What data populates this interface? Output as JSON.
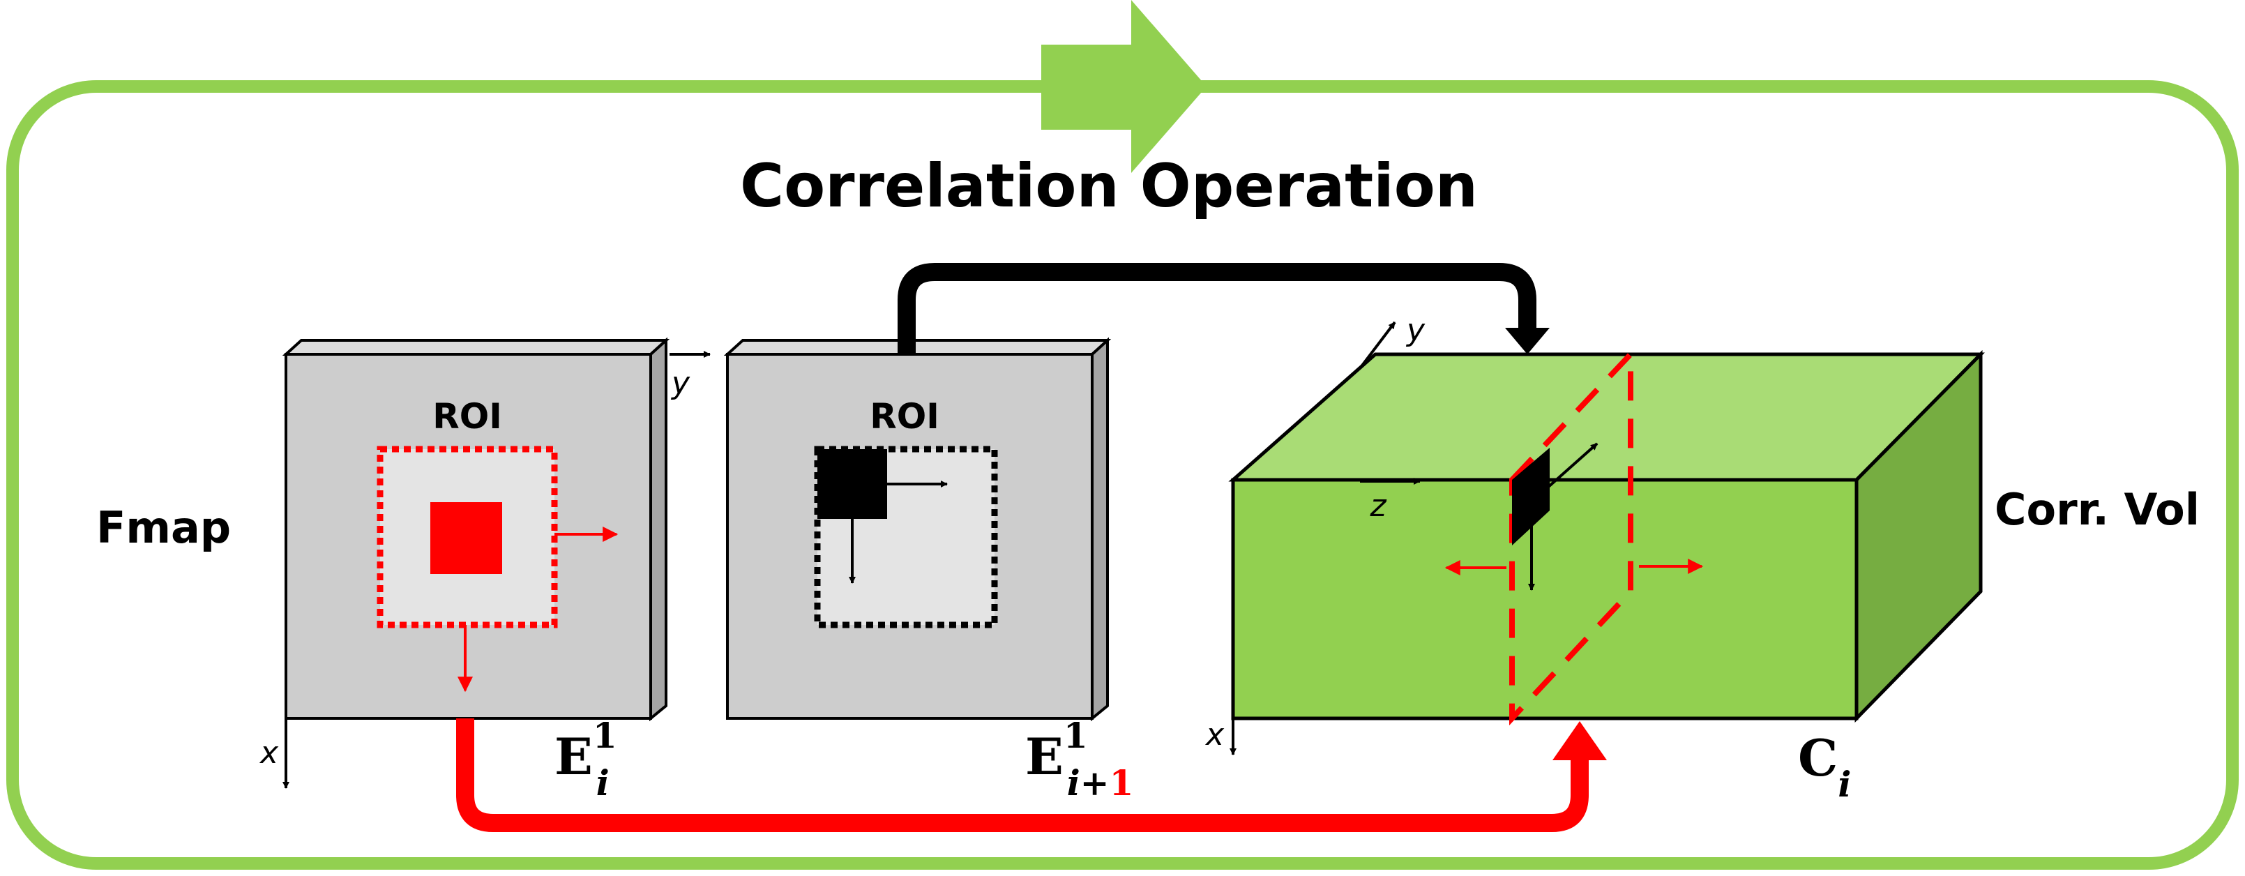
{
  "title": "Correlation Operation",
  "left_label": "Fmap",
  "right_label": "Corr. Vol",
  "roi_label": "ROI",
  "axes": {
    "x": "x",
    "y": "y",
    "z": "z"
  },
  "map1": {
    "base": "E",
    "superscript": "1",
    "subscript": "i"
  },
  "map2": {
    "base": "E",
    "superscript": "1",
    "subscript_main": "i+",
    "subscript_accent": "1"
  },
  "volume": {
    "base": "C",
    "subscript": "i"
  },
  "colors": {
    "frame_green": "#92d050",
    "volume_front": "#92d050",
    "volume_top": "#a9dc75",
    "volume_side": "#76ad41",
    "panel_gray": "#cdcdcd",
    "roi_fill": "#e4e4e4",
    "highlight_red": "#ff0000",
    "ink": "#000000"
  },
  "icons": [
    "flow-arrow-icon",
    "red-square-icon",
    "black-square-icon"
  ]
}
